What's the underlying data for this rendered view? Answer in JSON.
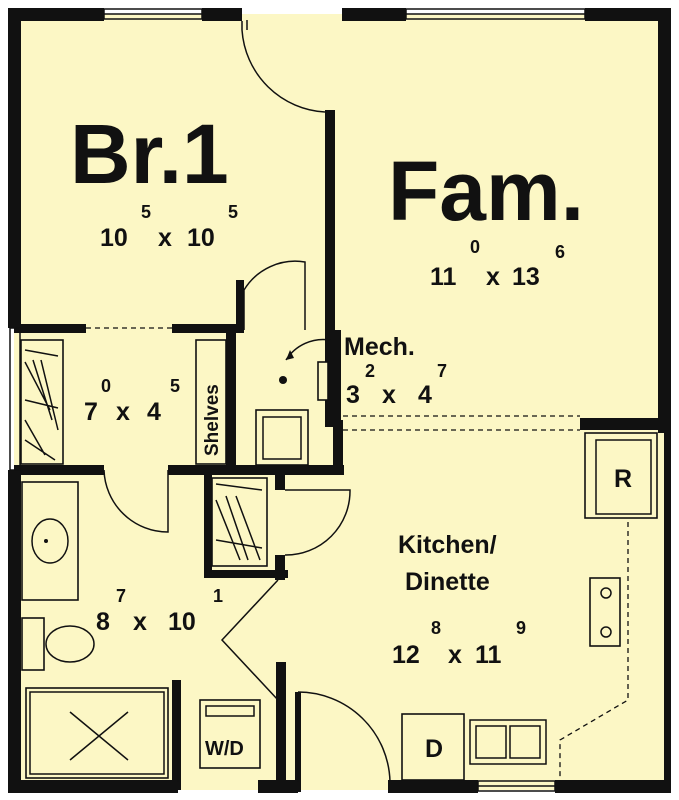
{
  "rooms": {
    "bedroom": {
      "name": "Br.1",
      "w_ft": "10",
      "w_in": "5",
      "times": "x",
      "h_ft": "10",
      "h_in": "5"
    },
    "family": {
      "name": "Fam.",
      "w_ft": "11",
      "w_in": "0",
      "times": "x",
      "h_ft": "13",
      "h_in": "6"
    },
    "mech": {
      "name": "Mech.",
      "w_ft": "3",
      "w_in": "2",
      "times": "x",
      "h_ft": "4",
      "h_in": "7"
    },
    "closet": {
      "w_ft": "7",
      "w_in": "0",
      "times": "x",
      "h_ft": "4",
      "h_in": "5",
      "shelves": "Shelves"
    },
    "kitchen": {
      "name_line1": "Kitchen/",
      "name_line2": "Dinette",
      "w_ft": "12",
      "w_in": "8",
      "times": "x",
      "h_ft": "11",
      "h_in": "9"
    },
    "bath": {
      "w_ft": "8",
      "w_in": "7",
      "times": "x",
      "h_ft": "10",
      "h_in": "1"
    }
  },
  "fixtures": {
    "refrigerator": "R",
    "washer_dryer": "W/D",
    "dishwasher": "D"
  }
}
